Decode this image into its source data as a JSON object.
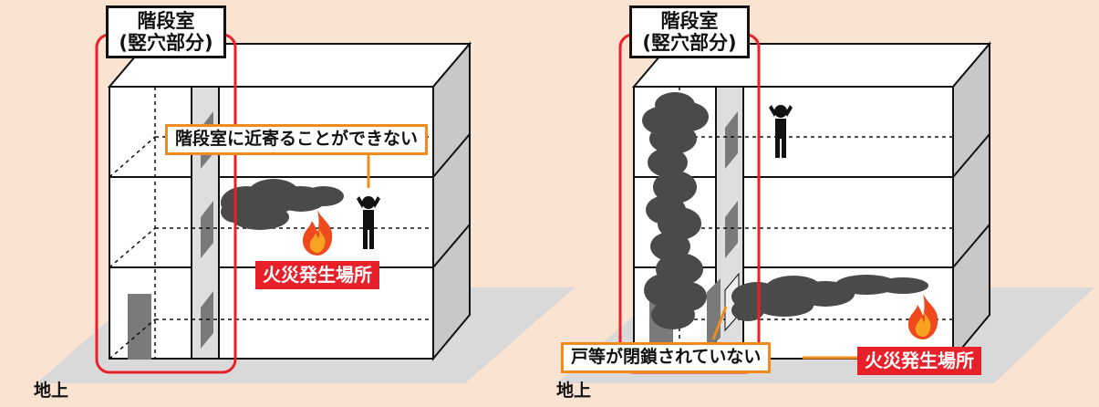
{
  "left_panel": {
    "stair_label_line1": "階段室",
    "stair_label_line2": "(竪穴部分)",
    "callout": "階段室に近寄ることができない",
    "fire_label": "火災発生場所",
    "ground_label": "地上"
  },
  "right_panel": {
    "stair_label_line1": "階段室",
    "stair_label_line2": "(竪穴部分)",
    "callout": "戸等が閉鎖されていない",
    "fire_label": "火災発生場所",
    "ground_label": "地上"
  },
  "colors": {
    "background": "#fbe3d2",
    "ground": "#d9d9d9",
    "highlight_red": "#e8202a",
    "callout_orange": "#f08c1e",
    "smoke": "#4a4a4a"
  },
  "icons": [
    "person-distressed-icon",
    "fire-icon",
    "smoke-cloud"
  ]
}
